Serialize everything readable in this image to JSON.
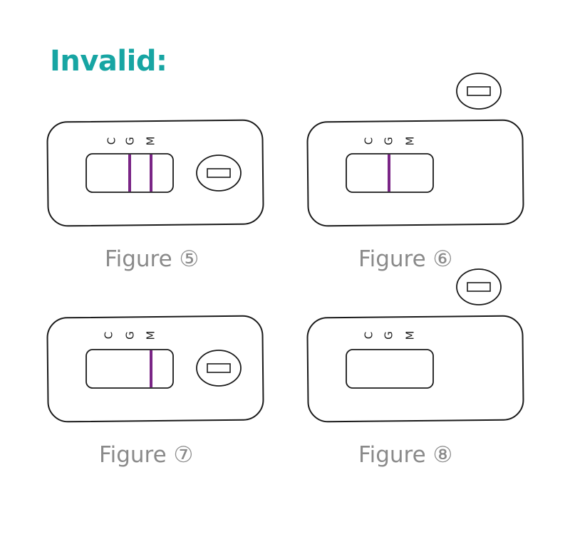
{
  "heading": "Invalid:",
  "colors": {
    "heading": "#17A5A3",
    "outline": "#1A1A1A",
    "test_line": "#7A2586",
    "caption": "#8A8A8A"
  },
  "zone_labels": [
    "C",
    "G",
    "M"
  ],
  "figures": [
    {
      "caption": "Figure ⑤",
      "lines_shown": [
        "G",
        "M"
      ],
      "sample_well": "on-device"
    },
    {
      "caption": "Figure ⑥",
      "lines_shown": [
        "G"
      ],
      "sample_well": "separated"
    },
    {
      "caption": "Figure ⑦",
      "lines_shown": [
        "M"
      ],
      "sample_well": "on-device"
    },
    {
      "caption": "Figure ⑧",
      "lines_shown": [],
      "sample_well": "separated"
    }
  ]
}
